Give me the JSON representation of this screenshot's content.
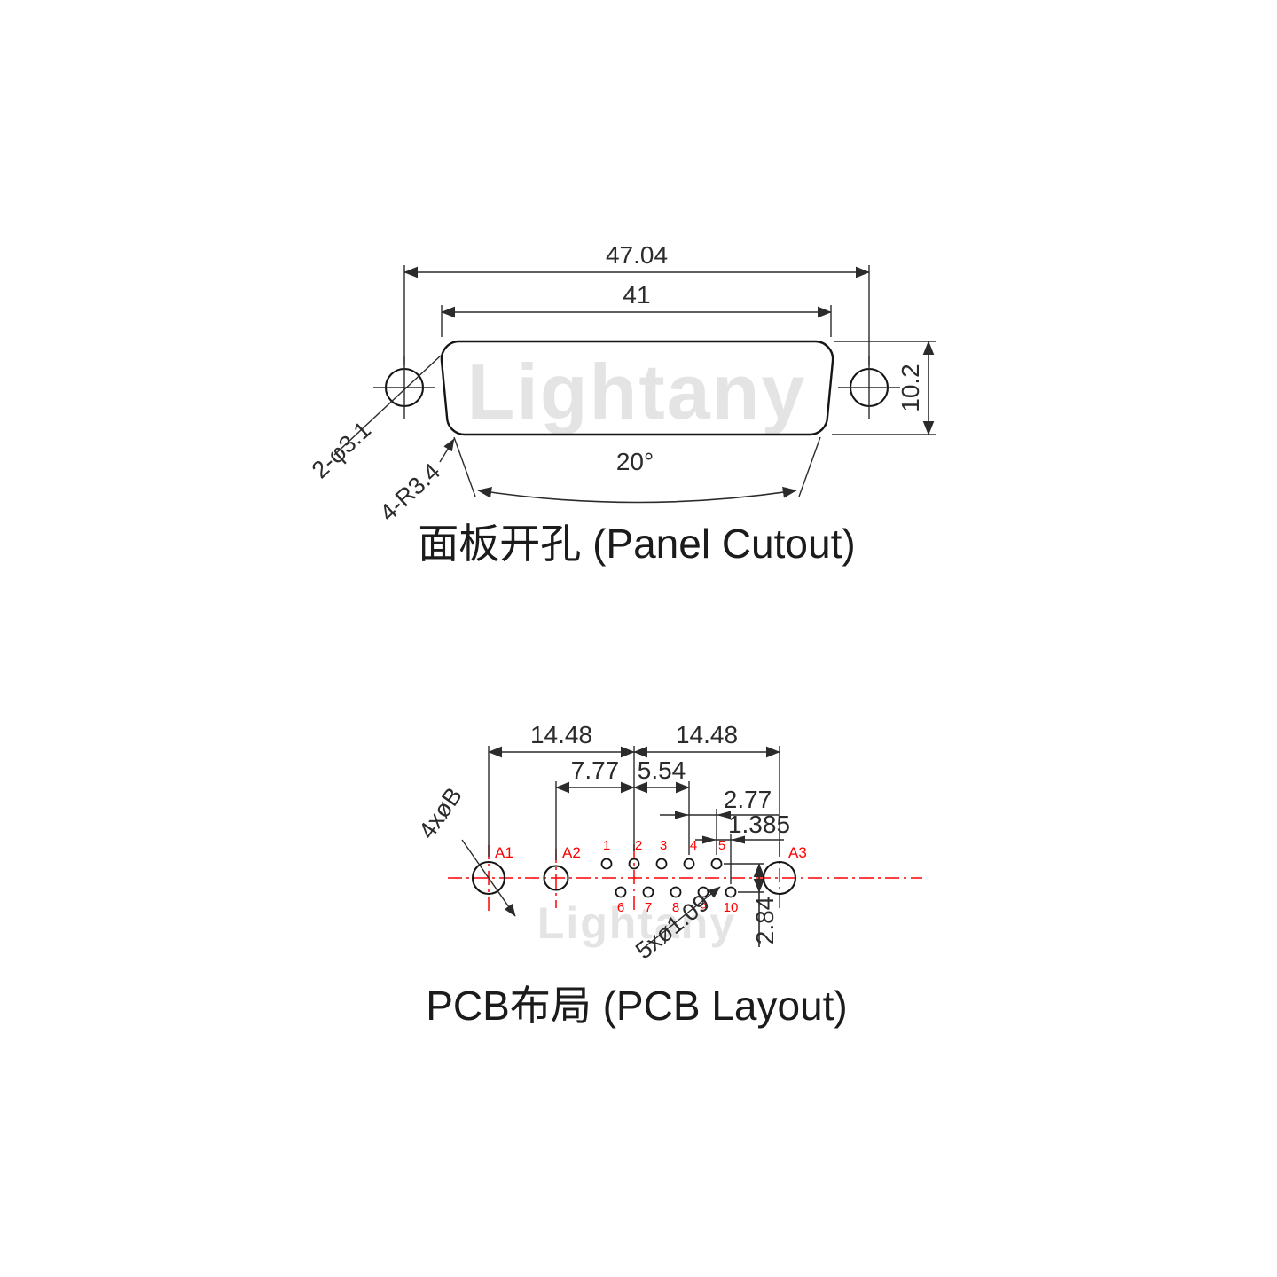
{
  "colors": {
    "accent_red": "#ff0000",
    "line": "#151515",
    "dim": "#2b2b2b",
    "watermark": "#e4e4e4"
  },
  "watermark": {
    "text": "Lightany"
  },
  "panel": {
    "title": "面板开孔 (Panel Cutout)",
    "dim_outer_width": "47.04",
    "dim_inner_width": "41",
    "dim_height": "10.2",
    "dim_angle": "20°",
    "label_mount_holes": "2-φ3.1",
    "label_corner_radius": "4-R3.4"
  },
  "pcb": {
    "title": "PCB布局 (PCB Layout)",
    "dim_a1_to_center": "14.48",
    "dim_center_to_a3": "14.48",
    "dim_a2_to_center": "7.77",
    "dim_pin_span": "5.54",
    "dim_pin_pitch": "2.77",
    "dim_half_pitch": "1.385",
    "dim_row_pitch": "2.84",
    "label_big_holes": "4xøB",
    "label_small_holes": "5xø1.09",
    "hole_labels": [
      "A1",
      "A2",
      "A3"
    ],
    "pins": [
      "1",
      "2",
      "3",
      "4",
      "5",
      "6",
      "7",
      "8",
      "9",
      "10"
    ]
  }
}
